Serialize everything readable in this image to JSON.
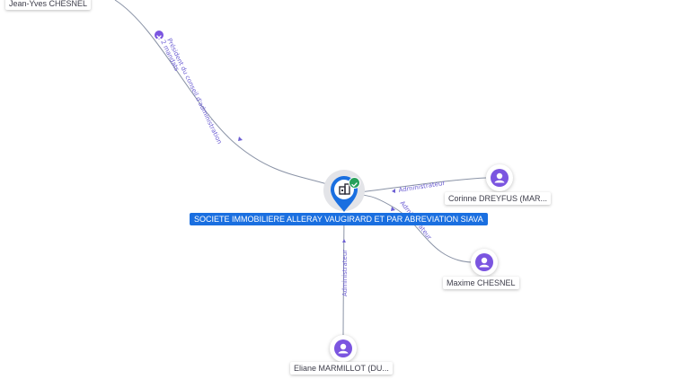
{
  "company": {
    "name": "SOCIETE IMMOBILIERE ALLERAY VAUGIRARD ET PAR ABREVIATION SIAVA",
    "icon": "building-icon",
    "verified_icon": "check-icon"
  },
  "persons": [
    {
      "name": "Jean-Yves CHESNEL",
      "icon": "person-icon"
    },
    {
      "name": "Corinne DREYFUS (MAR...",
      "icon": "person-icon"
    },
    {
      "name": "Maxime CHESNEL",
      "icon": "person-icon"
    },
    {
      "name": "Eliane MARMILLOT (DU...",
      "icon": "person-icon"
    }
  ],
  "relations": [
    {
      "label": "Président du conseil d'administration",
      "badge": "2 mandats"
    },
    {
      "label": "Administrateur"
    },
    {
      "label": "Administrateur"
    },
    {
      "label": "Administrateur"
    }
  ],
  "colors": {
    "accent": "#7b55e0",
    "company": "#1a6fe0",
    "verified": "#27a05a",
    "edge": "#8a93a6",
    "edge_label": "#6d5fd3"
  }
}
